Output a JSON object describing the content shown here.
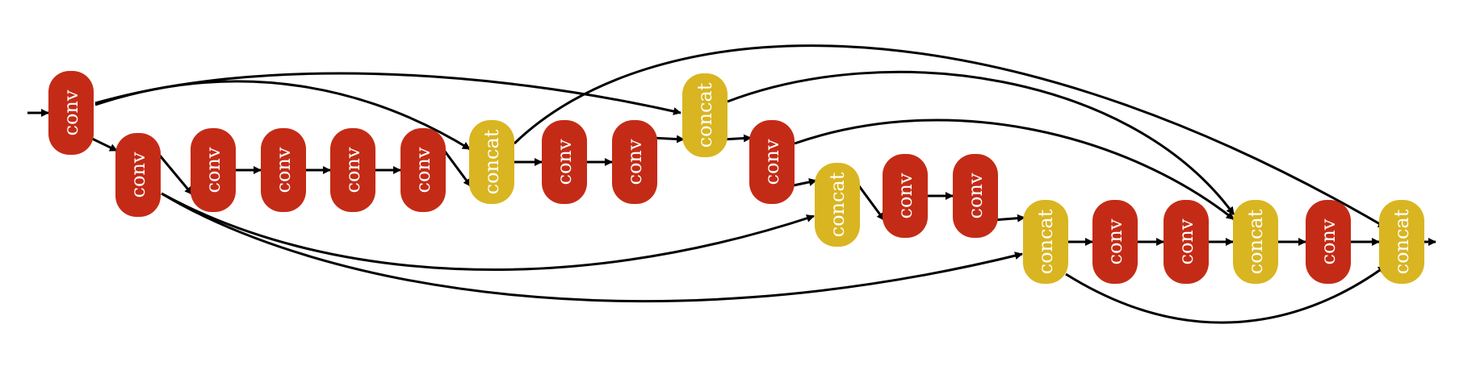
{
  "colors": {
    "conv": "#C42B16",
    "concat": "#D9B521",
    "edge": "#000000",
    "label": "#ffffff"
  },
  "nodes": [
    {
      "id": "n1",
      "kind": "conv",
      "label": "conv"
    },
    {
      "id": "n2",
      "kind": "conv",
      "label": "conv"
    },
    {
      "id": "n3",
      "kind": "conv",
      "label": "conv"
    },
    {
      "id": "n4",
      "kind": "conv",
      "label": "conv"
    },
    {
      "id": "n5",
      "kind": "conv",
      "label": "conv"
    },
    {
      "id": "n6",
      "kind": "conv",
      "label": "conv"
    },
    {
      "id": "n7",
      "kind": "concat",
      "label": "concat"
    },
    {
      "id": "n8",
      "kind": "conv",
      "label": "conv"
    },
    {
      "id": "n9",
      "kind": "conv",
      "label": "conv"
    },
    {
      "id": "n10",
      "kind": "concat",
      "label": "concat"
    },
    {
      "id": "n11",
      "kind": "conv",
      "label": "conv"
    },
    {
      "id": "n12",
      "kind": "concat",
      "label": "concat"
    },
    {
      "id": "n13",
      "kind": "conv",
      "label": "conv"
    },
    {
      "id": "n14",
      "kind": "conv",
      "label": "conv"
    },
    {
      "id": "n15",
      "kind": "concat",
      "label": "concat"
    },
    {
      "id": "n16",
      "kind": "conv",
      "label": "conv"
    },
    {
      "id": "n17",
      "kind": "conv",
      "label": "conv"
    },
    {
      "id": "n18",
      "kind": "concat",
      "label": "concat"
    },
    {
      "id": "n19",
      "kind": "conv",
      "label": "conv"
    },
    {
      "id": "n20",
      "kind": "concat",
      "label": "concat"
    }
  ],
  "edges": [
    [
      "in",
      "n1"
    ],
    [
      "n1",
      "n2"
    ],
    [
      "n2",
      "n3"
    ],
    [
      "n3",
      "n4"
    ],
    [
      "n4",
      "n5"
    ],
    [
      "n5",
      "n6"
    ],
    [
      "n6",
      "n7"
    ],
    [
      "n7",
      "n8"
    ],
    [
      "n8",
      "n9"
    ],
    [
      "n9",
      "n10"
    ],
    [
      "n10",
      "n11"
    ],
    [
      "n11",
      "n12"
    ],
    [
      "n12",
      "n13"
    ],
    [
      "n13",
      "n14"
    ],
    [
      "n14",
      "n15"
    ],
    [
      "n15",
      "n16"
    ],
    [
      "n16",
      "n17"
    ],
    [
      "n17",
      "n18"
    ],
    [
      "n18",
      "n19"
    ],
    [
      "n19",
      "n20"
    ],
    [
      "n20",
      "out"
    ],
    [
      "n1",
      "n7"
    ],
    [
      "n1",
      "n10"
    ],
    [
      "n2",
      "n12"
    ],
    [
      "n2",
      "n15"
    ],
    [
      "n7",
      "n20"
    ],
    [
      "n10",
      "n18"
    ],
    [
      "n11",
      "n18"
    ],
    [
      "n15",
      "n20"
    ]
  ]
}
